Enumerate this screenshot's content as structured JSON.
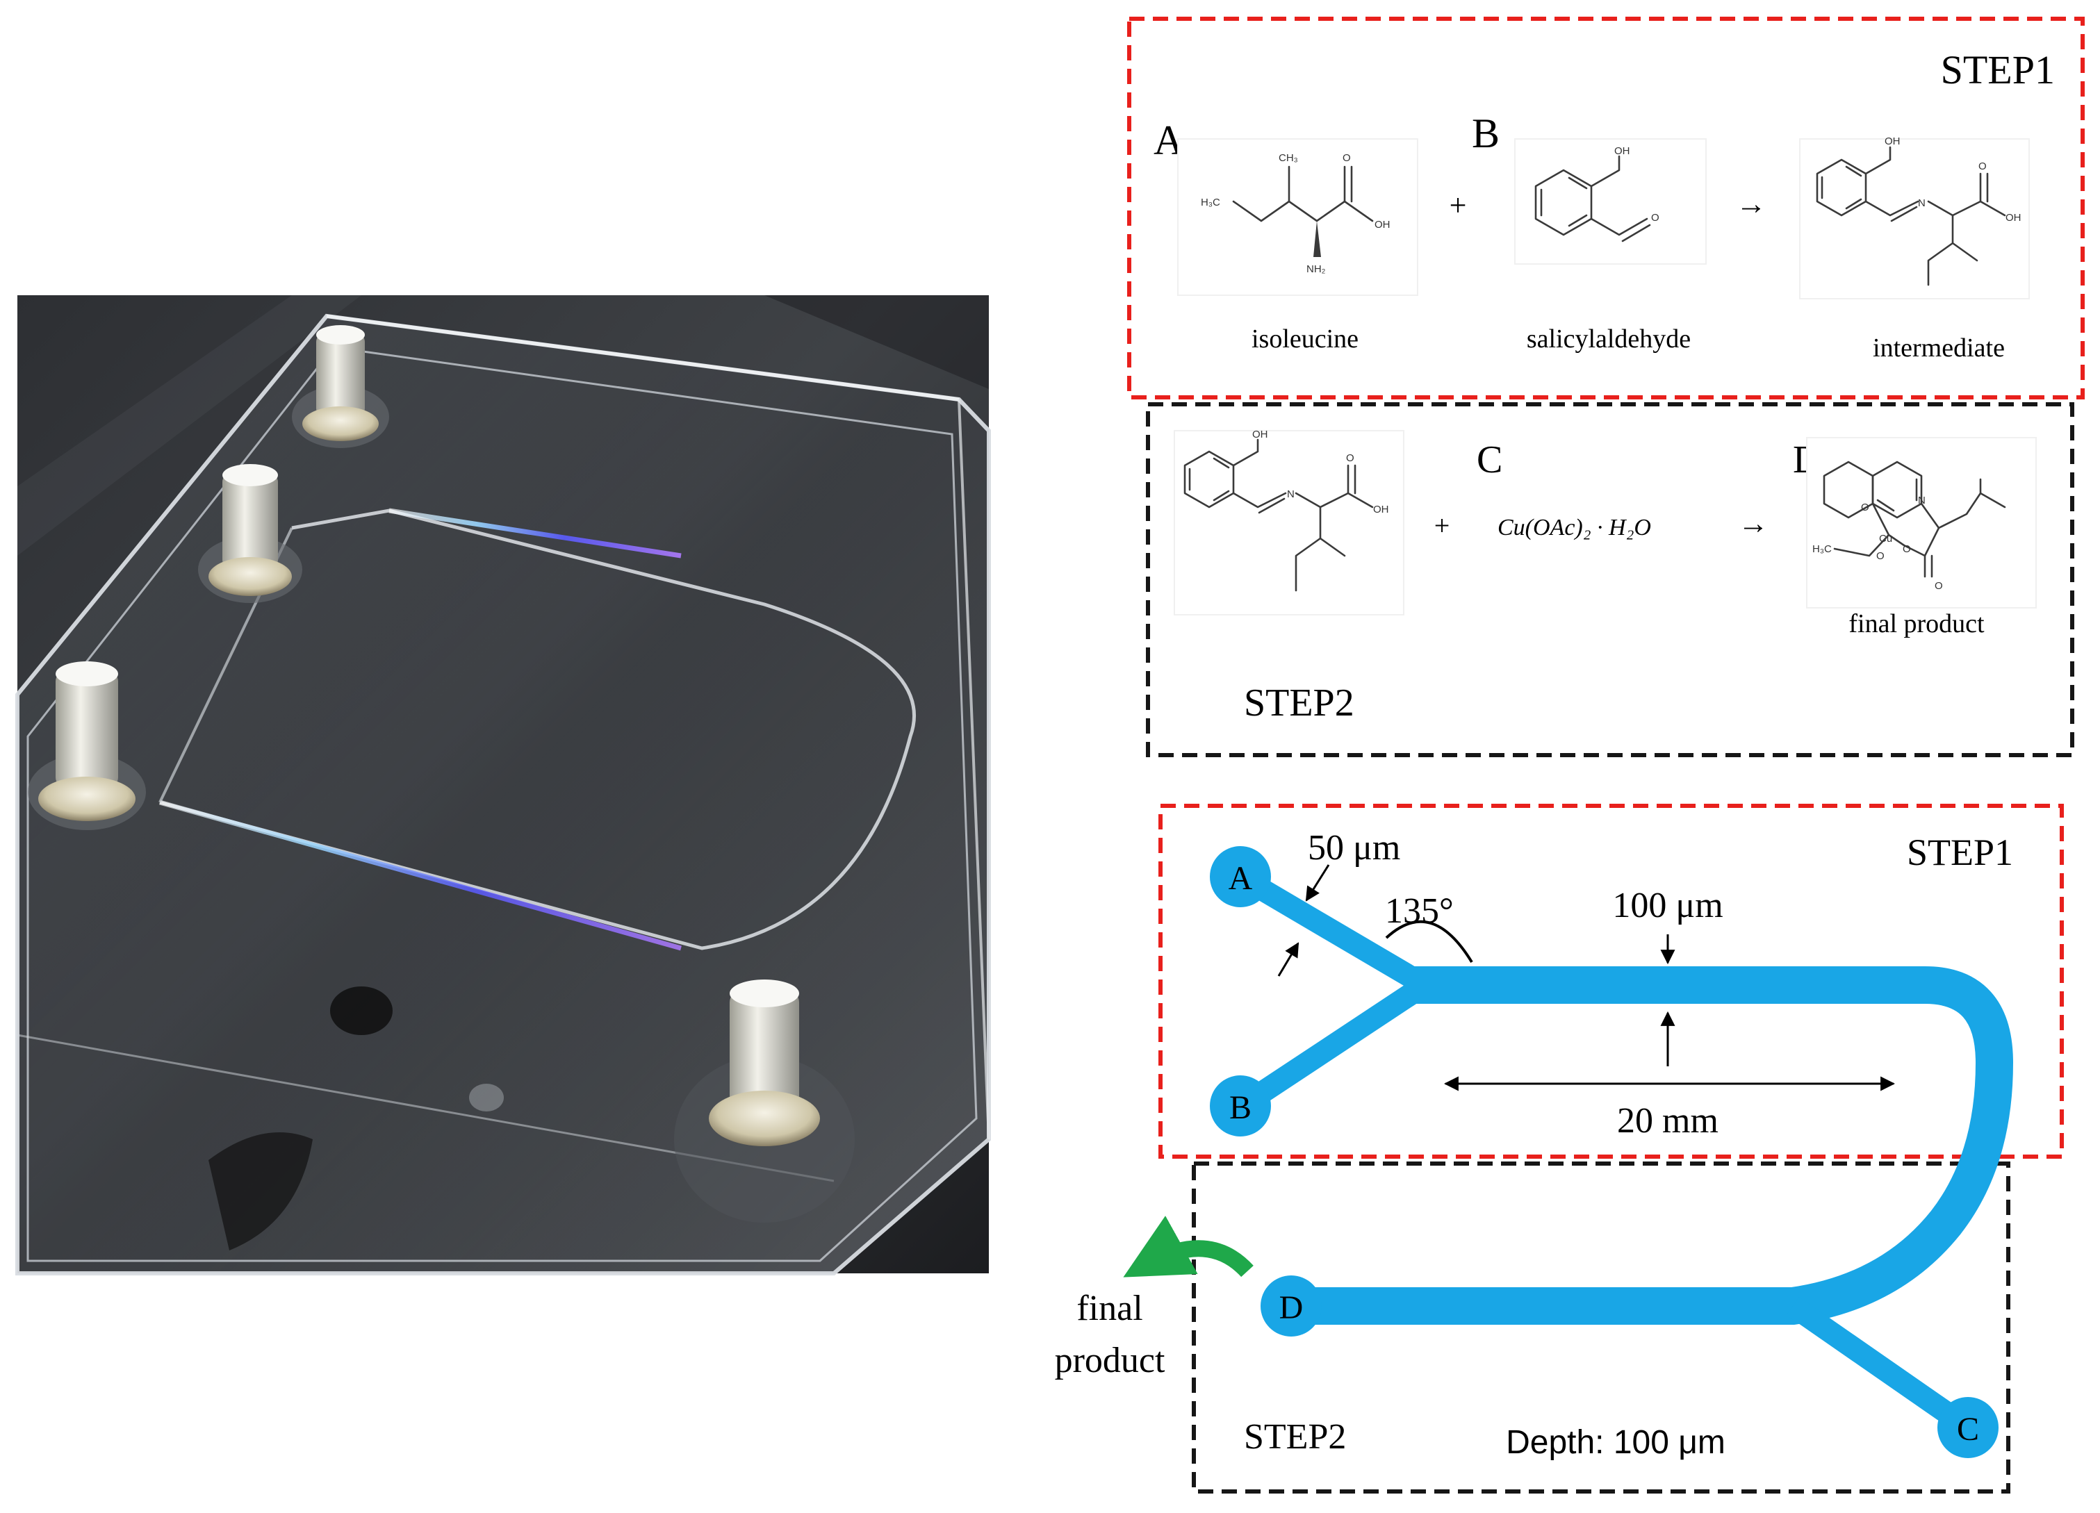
{
  "step1_panel": {
    "title": "STEP1",
    "reactant_a": {
      "letter": "A",
      "name": "isoleucine"
    },
    "plus": "+",
    "reactant_b": {
      "letter": "B",
      "name": "salicylaldehyde"
    },
    "arrow": "→",
    "product": {
      "name": "intermediate"
    },
    "atom_labels": {
      "h3c": "H₃C",
      "ch3": "CH₃",
      "oh": "OH",
      "o": "O",
      "nh2": "NH₂",
      "n": "N"
    }
  },
  "step2_panel": {
    "title": "STEP2",
    "plus": "+",
    "reactant_c": {
      "letter": "C",
      "formula": "Cu(OAc)₂ · H₂O"
    },
    "arrow": "→",
    "product": {
      "letter": "D",
      "name": "final product"
    },
    "atom_labels": {
      "cu": "Cu",
      "h3c": "H₃C",
      "o": "O",
      "n": "N"
    }
  },
  "channel_schematic": {
    "step1_label": "STEP1",
    "step2_label": "STEP2",
    "inlet_a": "A",
    "inlet_b": "B",
    "inlet_c": "C",
    "outlet_d": "D",
    "inlet_width": "50 μm",
    "junction_angle": "135°",
    "main_width": "100 μm",
    "section_length": "20 mm",
    "depth": "Depth: 100 μm",
    "outlet_label_line1": "final",
    "outlet_label_line2": "product",
    "channel_color": "#19a6e6",
    "outlet_arrow_color": "#1fa84a",
    "step1_box_color": "#e8201c",
    "step2_box_color": "#161616"
  }
}
